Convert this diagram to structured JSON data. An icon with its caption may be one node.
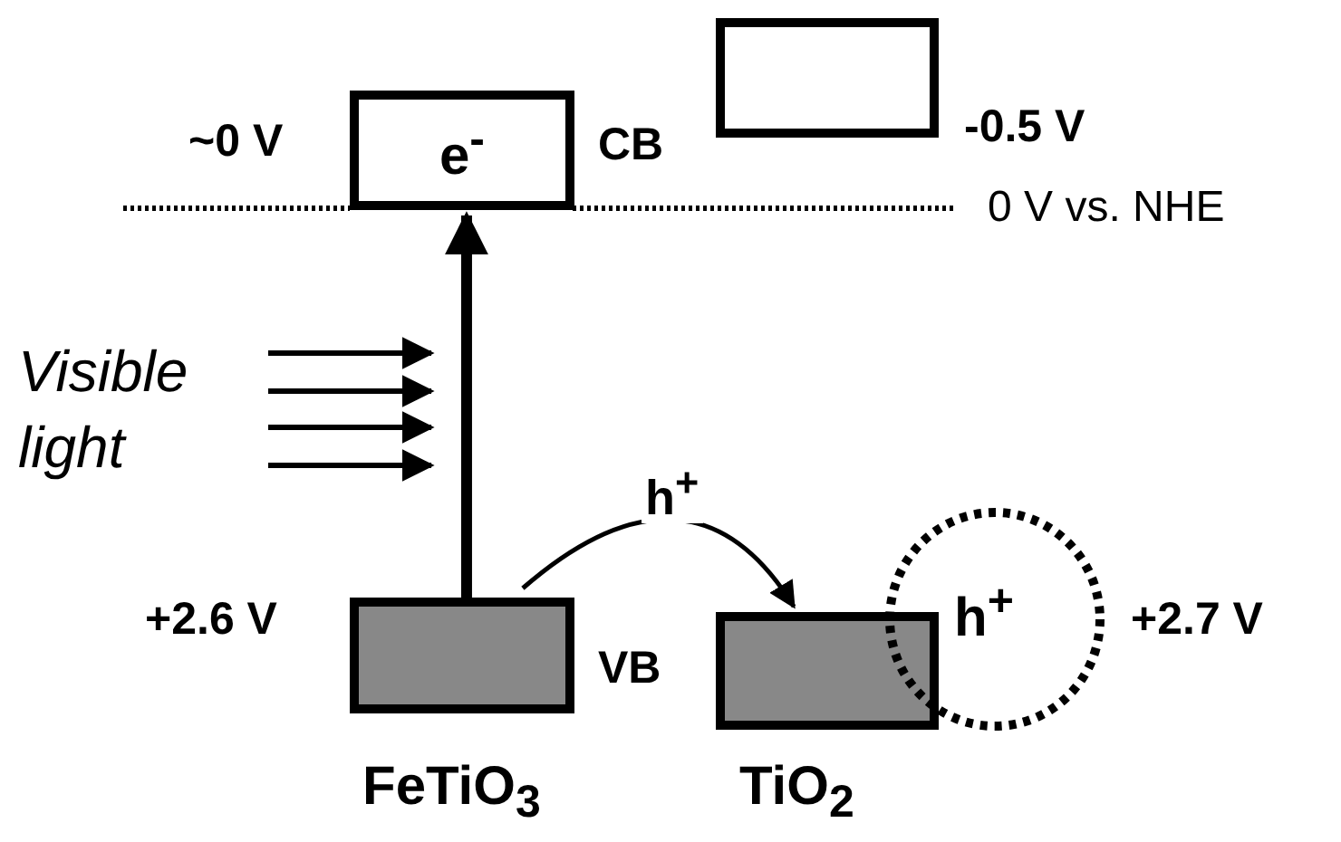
{
  "diagram": {
    "nodes": [
      {
        "text": [
          "e$^{-}$"
        ]
      },
      {
        "text": [],
        "shape": "box",
        "beside": [
          "-0.5 V"
        ]
      },
      {
        "text": [],
        "shape": "box"
      },
      {
        "text": [],
        "shape": "box"
      },
      {
        "text": [
          "h$^{+}$"
        ],
        "beside": [
          "+2.7 V"
        ]
      }
    ],
    "edges": [
      {
        "from": 2,
        "to": 0,
        "arrow": "to",
        "style": "thick"
      },
      {
        "from": 2,
        "to": 3,
        "arrow": "to",
        "label": "h$^{+}$"
      }
    ],
    "labels": [
      "~0 V",
      "CB",
      "0 V vs. NHE",
      "Visible light",
      "+2.6 V",
      "VB",
      "FeTiO$_{3}$",
      "TiO$_{2}$"
    ]
  }
}
